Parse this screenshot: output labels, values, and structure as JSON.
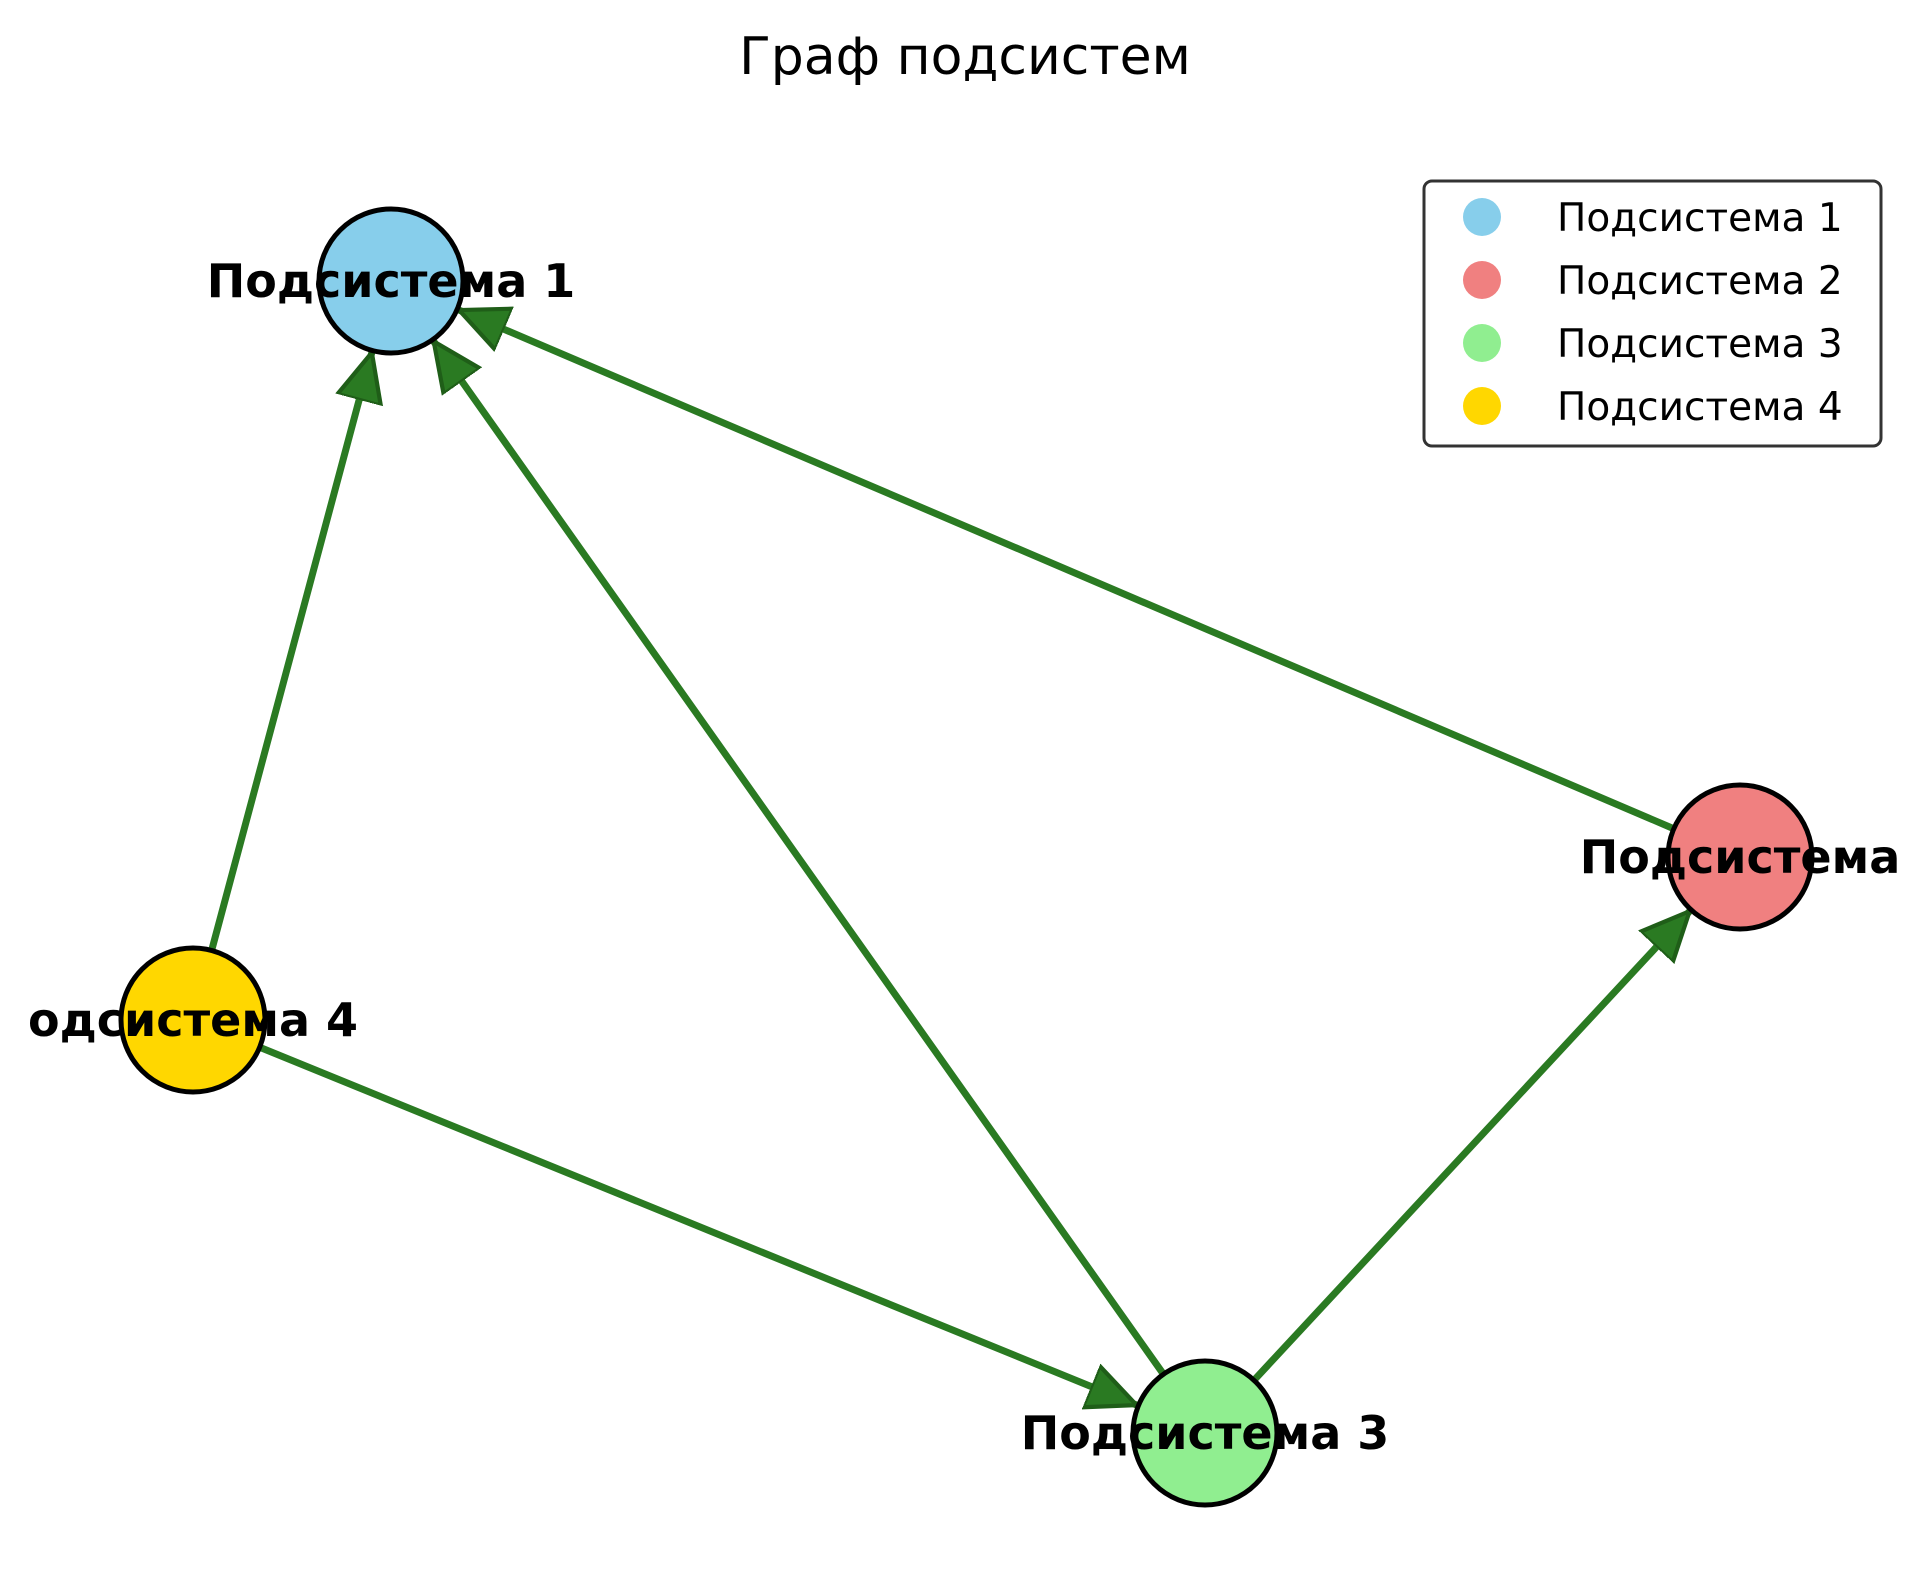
{
  "title": "Граф подсистем",
  "edge_color": "#2a7a22",
  "nodes": [
    {
      "id": "n1",
      "label": "Подсистема 1",
      "color": "#87ceeb"
    },
    {
      "id": "n2",
      "label": "Подсистема",
      "color": "#f08080"
    },
    {
      "id": "n3",
      "label": "Подсистема 3",
      "color": "#90ee90"
    },
    {
      "id": "n4",
      "label": "одсистема 4",
      "color": "#ffd700"
    }
  ],
  "edges": [
    {
      "from": "n4",
      "to": "n1"
    },
    {
      "from": "n3",
      "to": "n1"
    },
    {
      "from": "n2",
      "to": "n1"
    },
    {
      "from": "n4",
      "to": "n3"
    },
    {
      "from": "n3",
      "to": "n2"
    }
  ],
  "legend": {
    "items": [
      {
        "label": "Подсистема 1",
        "color": "#87ceeb"
      },
      {
        "label": "Подсистема 2",
        "color": "#f08080"
      },
      {
        "label": "Подсистема 3",
        "color": "#90ee90"
      },
      {
        "label": "Подсистема 4",
        "color": "#ffd700"
      }
    ]
  }
}
